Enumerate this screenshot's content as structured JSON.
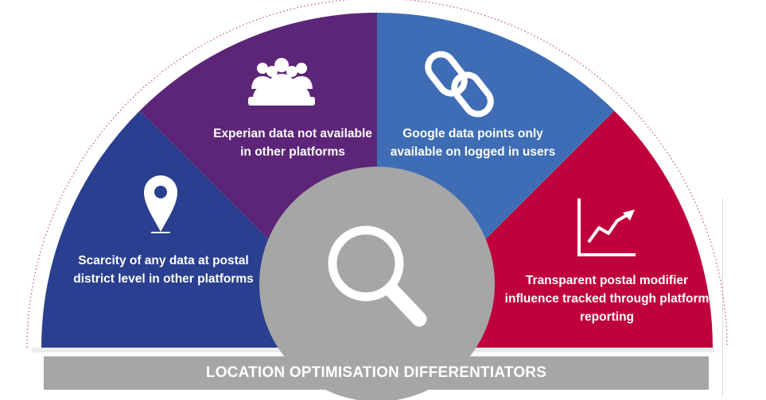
{
  "banner": {
    "label": "LOCATION OPTIMISATION DIFFERENTIATORS"
  },
  "segments": [
    {
      "icon": "location-pin-icon",
      "text": "Scarcity of any data at postal district level in other platforms",
      "color": "#2a3f8f"
    },
    {
      "icon": "audience-group-icon",
      "text": "Experian data not available in other platforms",
      "color": "#5c2577"
    },
    {
      "icon": "chain-link-icon",
      "text": "Google data points only available on logged in users",
      "color": "#3e6db5"
    },
    {
      "icon": "trend-chart-icon",
      "text": "Transparent postal modifier influence tracked through platform reporting",
      "color": "#c0003c"
    }
  ],
  "center": {
    "icon": "magnifier-icon",
    "color": "#a6a6a6"
  }
}
